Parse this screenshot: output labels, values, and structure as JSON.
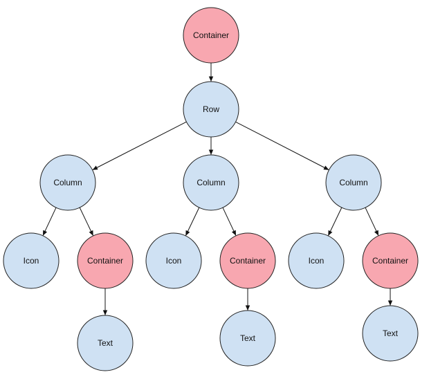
{
  "colors": {
    "container_fill": "#f8a7b0",
    "widget_fill": "#cfe1f3",
    "stroke": "#222222",
    "edge": "#111111"
  },
  "nodes": [
    {
      "id": "container-root",
      "label": "Container",
      "kind": "container"
    },
    {
      "id": "row",
      "label": "Row",
      "kind": "widget"
    },
    {
      "id": "column-1",
      "label": "Column",
      "kind": "widget"
    },
    {
      "id": "column-2",
      "label": "Column",
      "kind": "widget"
    },
    {
      "id": "column-3",
      "label": "Column",
      "kind": "widget"
    },
    {
      "id": "icon-1",
      "label": "Icon",
      "kind": "widget"
    },
    {
      "id": "container-1",
      "label": "Container",
      "kind": "container"
    },
    {
      "id": "icon-2",
      "label": "Icon",
      "kind": "widget"
    },
    {
      "id": "container-2",
      "label": "Container",
      "kind": "container"
    },
    {
      "id": "icon-3",
      "label": "Icon",
      "kind": "widget"
    },
    {
      "id": "container-3",
      "label": "Container",
      "kind": "container"
    },
    {
      "id": "text-1",
      "label": "Text",
      "kind": "widget"
    },
    {
      "id": "text-2",
      "label": "Text",
      "kind": "widget"
    },
    {
      "id": "text-3",
      "label": "Text",
      "kind": "widget"
    }
  ],
  "edges": [
    {
      "from": "container-root",
      "to": "row"
    },
    {
      "from": "row",
      "to": "column-1"
    },
    {
      "from": "row",
      "to": "column-2"
    },
    {
      "from": "row",
      "to": "column-3"
    },
    {
      "from": "column-1",
      "to": "icon-1"
    },
    {
      "from": "column-1",
      "to": "container-1"
    },
    {
      "from": "column-2",
      "to": "icon-2"
    },
    {
      "from": "column-2",
      "to": "container-2"
    },
    {
      "from": "column-3",
      "to": "icon-3"
    },
    {
      "from": "column-3",
      "to": "container-3"
    },
    {
      "from": "container-1",
      "to": "text-1"
    },
    {
      "from": "container-2",
      "to": "text-2"
    },
    {
      "from": "container-3",
      "to": "text-3"
    }
  ]
}
